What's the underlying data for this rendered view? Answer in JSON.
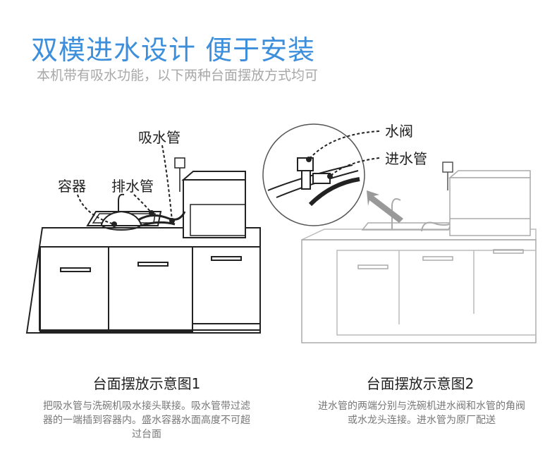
{
  "header": {
    "title": "双模进水设计 便于安装",
    "subtitle": "本机带有吸水功能，以下两种台面摆放方式均可"
  },
  "figure1": {
    "labels": {
      "suction_pipe": "吸水管",
      "container": "容器",
      "drain_pipe": "排水管"
    },
    "caption": "台面摆放示意图1",
    "description": "把吸水管与洗碗机吸水接头联接。吸水管带过滤器的一端插到容器内。盛水容器水面高度不可超过台面"
  },
  "figure2": {
    "labels": {
      "water_valve": "水阀",
      "inlet_pipe": "进水管"
    },
    "caption": "台面摆放示意图2",
    "description": "进水管的两端分别与洗碗机进水阀和水管的角阀或水龙头连接。进水管为原厂配送"
  }
}
